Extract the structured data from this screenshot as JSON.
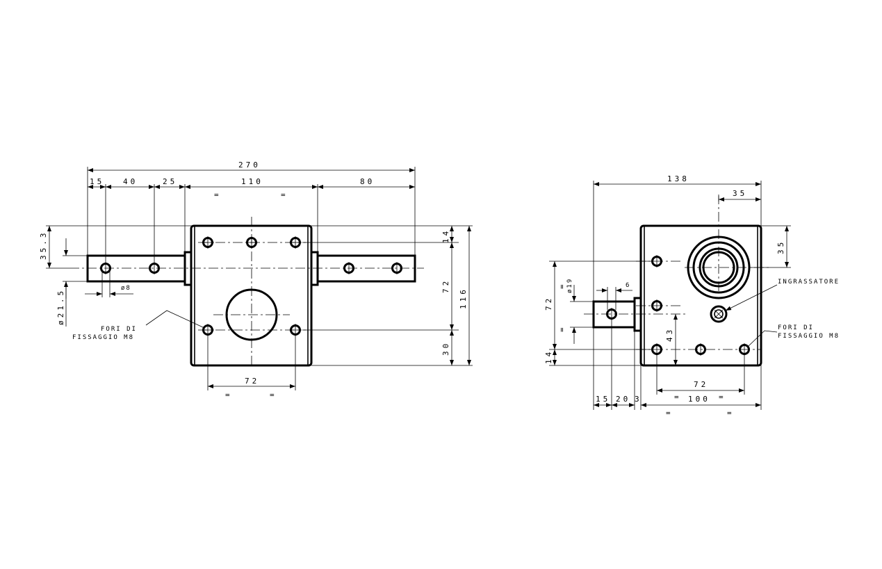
{
  "view_left": {
    "dims": {
      "overall": "270",
      "seg_15": "15",
      "seg_40": "40",
      "seg_25": "25",
      "seg_110": "110",
      "seg_80": "80",
      "h_35_3": "35.3",
      "h_14": "14",
      "h_72": "72",
      "h_116": "116",
      "h_30": "30",
      "bottom_72": "72",
      "dia_8": "ø8",
      "dia_21_5": "ø21.5",
      "eq": "="
    },
    "note": {
      "line1": "FORI DI",
      "line2": "FISSAGGIO M8"
    }
  },
  "view_right": {
    "dims": {
      "overall": "138",
      "h_35_top": "35",
      "v_35": "35",
      "v_72": "72",
      "dia_19": "ø19",
      "d_6": "6",
      "v_43": "43",
      "v_14": "14",
      "bottom_72": "72",
      "bottom_100": "100",
      "b_15": "15",
      "b_20": "20",
      "b_3": "3",
      "eq": "="
    },
    "note_grease": "INGRASSATORE",
    "note": {
      "line1": "FORI DI",
      "line2": "FISSAGGIO M8"
    }
  }
}
